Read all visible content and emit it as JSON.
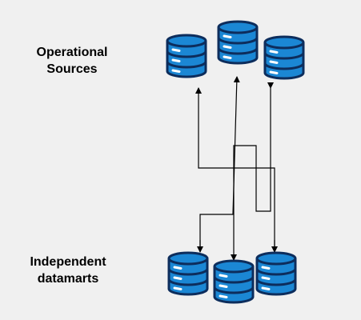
{
  "labels": {
    "operational_line1": "Operational",
    "operational_line2": "Sources",
    "datamarts_line1": "Independent",
    "datamarts_line2": "datamarts"
  },
  "icons": {
    "database": "database-icon",
    "arrow": "arrow-head"
  },
  "colors": {
    "background": "#f0f0f0",
    "db_fill": "#1b87d4",
    "db_stroke": "#0d2d5c",
    "db_highlight": "#ffffff",
    "line": "#000000"
  }
}
